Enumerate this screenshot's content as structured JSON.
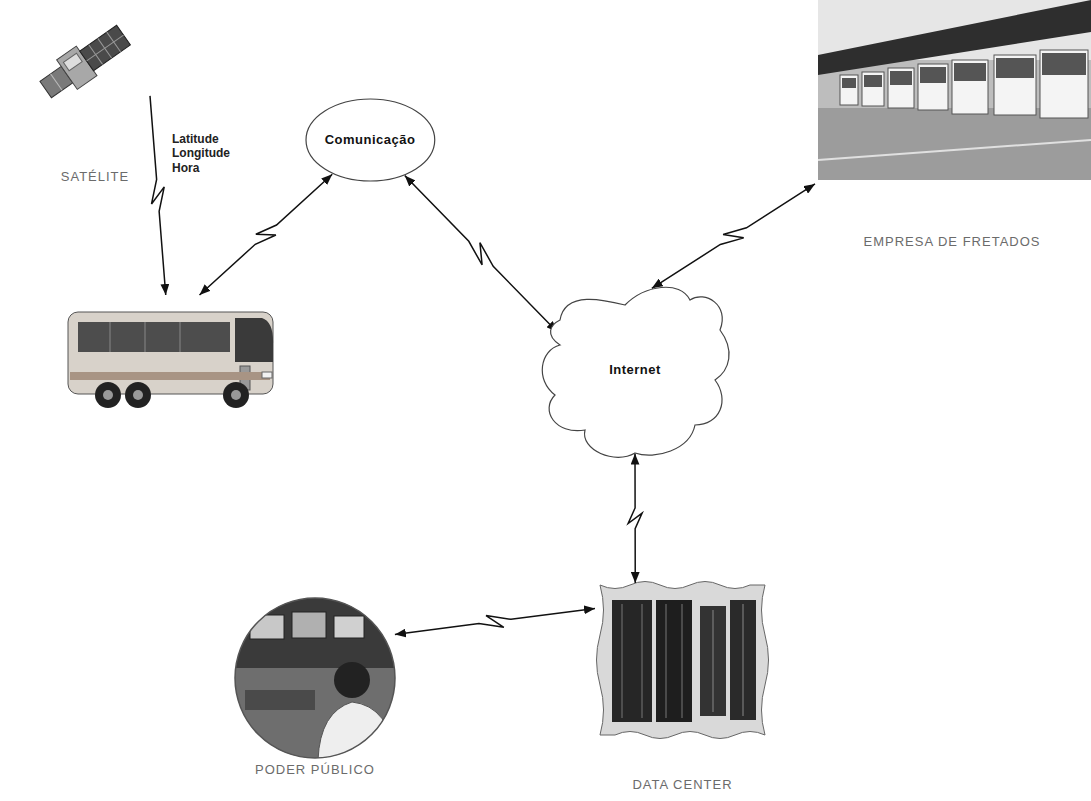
{
  "diagram": {
    "nodes": [
      {
        "text": [
          "SATÉLITE"
        ]
      },
      {
        "text": [
          "Comunicação"
        ]
      },
      {
        "text": [
          "EMPRESA DE FRETADOS"
        ]
      },
      {
        "text": []
      },
      {
        "text": [
          "Internet"
        ]
      },
      {
        "text": [
          "PODER PÚBLICO"
        ]
      },
      {
        "text": [
          "DATA CENTER"
        ]
      }
    ],
    "edges": [
      {
        "from": 0,
        "to": 3,
        "arrow": "to",
        "label": "Latitude Longitude Hora"
      },
      {
        "from": 3,
        "to": 1,
        "arrow": "both"
      },
      {
        "from": 1,
        "to": 4,
        "arrow": "both"
      },
      {
        "from": 4,
        "to": 2,
        "arrow": "both"
      },
      {
        "from": 4,
        "to": 6,
        "arrow": "both"
      },
      {
        "from": 5,
        "to": 6,
        "arrow": "both"
      }
    ]
  }
}
